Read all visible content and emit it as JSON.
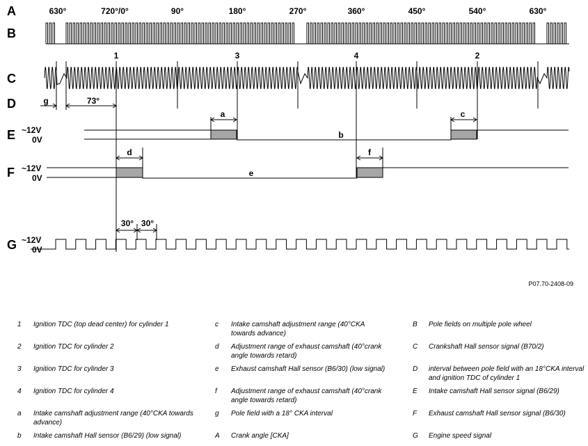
{
  "rows": [
    "A",
    "B",
    "C",
    "D",
    "E",
    "F",
    "G"
  ],
  "angles": [
    "630°",
    "720°/0°",
    "90°",
    "180°",
    "270°",
    "360°",
    "450°",
    "540°",
    "630°"
  ],
  "cylinders": [
    "1",
    "3",
    "4",
    "2"
  ],
  "levels": {
    "high": "~12V",
    "low": "0V"
  },
  "d_labels": {
    "g": "g",
    "offset": "73°"
  },
  "e_labels": {
    "a": "a",
    "b": "b",
    "c": "c"
  },
  "f_labels": {
    "d": "d",
    "e": "e",
    "f": "f"
  },
  "g_labels": {
    "p1": "30°",
    "p2": "30°"
  },
  "figure_code": "P07.70-2408-09",
  "legend": {
    "col1": [
      {
        "key": "1",
        "text": "Ignition TDC (top dead center) for cylinder 1"
      },
      {
        "key": "2",
        "text": "Ignition TDC for cylinder 2"
      },
      {
        "key": "3",
        "text": "Ignition TDC for cylinder 3"
      },
      {
        "key": "4",
        "text": "Ignition TDC for cylinder 4"
      },
      {
        "key": "a",
        "text": "Intake camshaft adjustment range (40°CKA towards advance)"
      },
      {
        "key": "b",
        "text": "Intake camshaft Hall sensor (B6/29) (low signal)"
      }
    ],
    "col2": [
      {
        "key": "c",
        "text": "Intake camshaft adjustment range (40°CKA towards advance)"
      },
      {
        "key": "d",
        "text": "Adjustment range of exhaust camshaft (40°crank angle towards retard)"
      },
      {
        "key": "e",
        "text": "Exhaust camshaft Hall sensor (B6/30) (low signal)"
      },
      {
        "key": "f",
        "text": "Adjustment range of exhaust camshaft (40°crank angle towards retard)"
      },
      {
        "key": "g",
        "text": "Pole field with a 18° CKA interval"
      },
      {
        "key": "A",
        "text": "Crank angle [CKA]"
      }
    ],
    "col3": [
      {
        "key": "B",
        "text": "Pole fields on multiple pole wheel"
      },
      {
        "key": "C",
        "text": "Crankshaft Hall sensor signal (B70/2)"
      },
      {
        "key": "D",
        "text": "interval between pole field with an 18°CKA interval and ignition TDC of cylinder 1"
      },
      {
        "key": "E",
        "text": "Intake camshaft Hall sensor signal (B6/29)"
      },
      {
        "key": "F",
        "text": "Exhaust camshaft Hall sensor signal (B6/30)"
      },
      {
        "key": "G",
        "text": "Engine speed signal"
      }
    ]
  },
  "colors": {
    "ink": "#000000",
    "range_fill": "#a6a6a6"
  }
}
